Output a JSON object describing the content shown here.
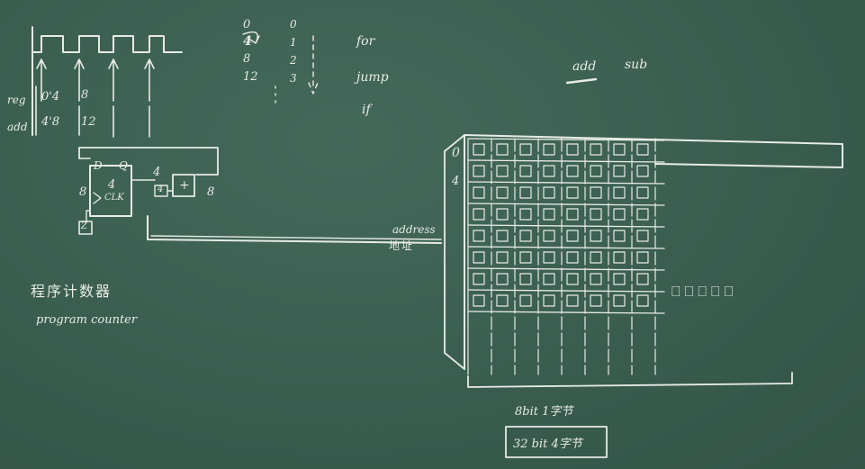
{
  "timing": {
    "reg_label": "reg",
    "add_label": "add",
    "reg_values": [
      "0'4",
      "8"
    ],
    "add_values": [
      "4'8",
      "12"
    ]
  },
  "register": {
    "d_label": "D",
    "q_label": "Q",
    "stored_value": "4",
    "clk_label": "CLK",
    "input_value": "8",
    "clock_box": "Z",
    "adder_in_value": "4",
    "const_box": "4",
    "adder_symbol": "+",
    "adder_out_value": "8"
  },
  "counter_list": {
    "addresses": [
      "0",
      "4",
      "8",
      "12"
    ],
    "indexes": [
      "0",
      "1",
      "2",
      "3"
    ],
    "keywords": [
      "for",
      "jump",
      "if"
    ]
  },
  "ops": {
    "add": "add",
    "sub": "sub"
  },
  "memory": {
    "row_labels": [
      "0",
      "4"
    ],
    "address_label": "address",
    "address_cn": "地址",
    "byte_caption": "8bit  1字节",
    "word_caption": "32 bit  4字节",
    "rows": 8,
    "cols": 8
  },
  "title": {
    "cn": "程序计数器",
    "en": "program counter"
  }
}
